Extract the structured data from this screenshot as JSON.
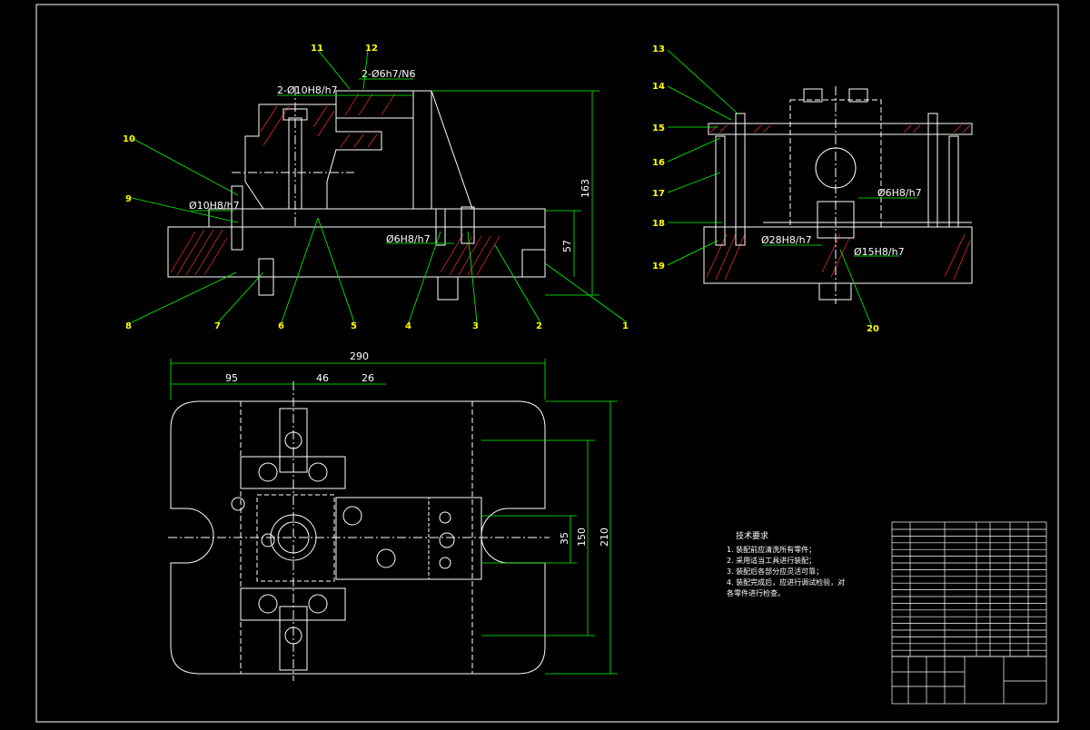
{
  "colors": {
    "background": "#000000",
    "outline": "#ffffff",
    "leader": "#00ff00",
    "section": "#ff3030",
    "label": "#ffff00",
    "center": "#ffffff"
  },
  "front_view": {
    "part_numbers": [
      "1",
      "2",
      "3",
      "4",
      "5",
      "6",
      "7",
      "8",
      "9",
      "10",
      "11",
      "12"
    ],
    "fits": {
      "f1": "2-Ø10H8/h7",
      "f2": "2-Ø6h7/N6",
      "f3": "Ø10H8/h7",
      "f4": "Ø6H8/h7"
    },
    "dims": {
      "height_total": "163",
      "height_base": "57"
    }
  },
  "side_view": {
    "part_numbers": [
      "13",
      "14",
      "15",
      "16",
      "17",
      "18",
      "19",
      "20"
    ],
    "fits": {
      "f1": "Ø6H8/h7",
      "f2": "Ø28H8/h7",
      "f3": "Ø15H8/h7"
    }
  },
  "top_view": {
    "dims": {
      "width": "290",
      "d95": "95",
      "d46": "46",
      "d26": "26",
      "d35": "35",
      "d150": "150",
      "d210": "210"
    }
  },
  "notes": {
    "title": "技术要求",
    "lines": [
      "1. 装配前应清洗所有零件；",
      "2. 采用适当工具进行装配；",
      "3. 装配后各部分应灵活可靠；",
      "4. 装配完成后，应进行调试检验，对",
      "各零件进行检查。"
    ]
  }
}
